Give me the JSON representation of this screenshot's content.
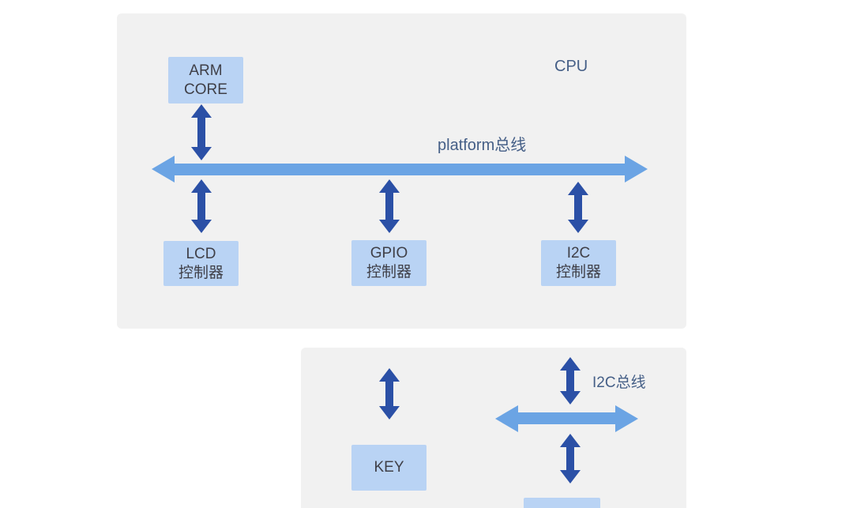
{
  "colors": {
    "panel_background": "#f1f1f1",
    "box_fill": "#b9d3f4",
    "box_text": "#3f3f47",
    "label_text": "#455f87",
    "bus_arrow_blue": "#6ba4e4",
    "link_arrow_dark_blue": "#2b50a6"
  },
  "cpu_panel": {
    "title": "CPU",
    "bus_label": "platform总线",
    "arm_core": {
      "line1": "ARM",
      "line2": "CORE"
    },
    "lcd_controller": {
      "line1": "LCD",
      "line2": "控制器"
    },
    "gpio_controller": {
      "line1": "GPIO",
      "line2": "控制器"
    },
    "i2c_controller": {
      "line1": "I2C",
      "line2": "控制器"
    }
  },
  "peripheral_panel": {
    "bus_label": "I2C总线",
    "key_box": {
      "line1": "KEY"
    }
  }
}
